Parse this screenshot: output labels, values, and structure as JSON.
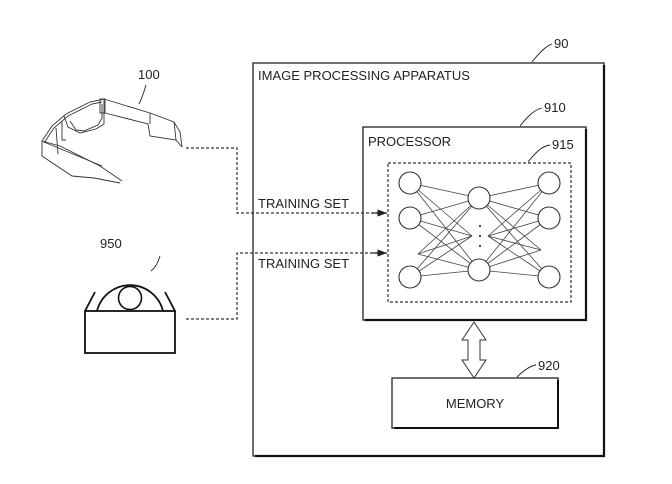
{
  "diagram": {
    "type": "patent-block-diagram",
    "components": {
      "glasses": {
        "ref": "100",
        "icon": "smart-glasses-icon"
      },
      "disc_device": {
        "ref": "950",
        "icon": "disc-drive-icon"
      },
      "apparatus": {
        "ref": "90",
        "title": "IMAGE PROCESSING APPARATUS"
      },
      "processor": {
        "ref": "910",
        "title": "PROCESSOR"
      },
      "network": {
        "ref": "915",
        "layers": [
          3,
          2,
          3
        ],
        "ellipsis": "·  ·  ·"
      },
      "memory": {
        "ref": "920",
        "title": "MEMORY"
      }
    },
    "connections": [
      {
        "from": "glasses",
        "to": "network",
        "label": "TRAINING SET"
      },
      {
        "from": "disc_device",
        "to": "network",
        "label": "TRAINING SET"
      },
      {
        "from": "processor",
        "to": "memory",
        "label": "",
        "style": "bidirectional"
      }
    ]
  }
}
